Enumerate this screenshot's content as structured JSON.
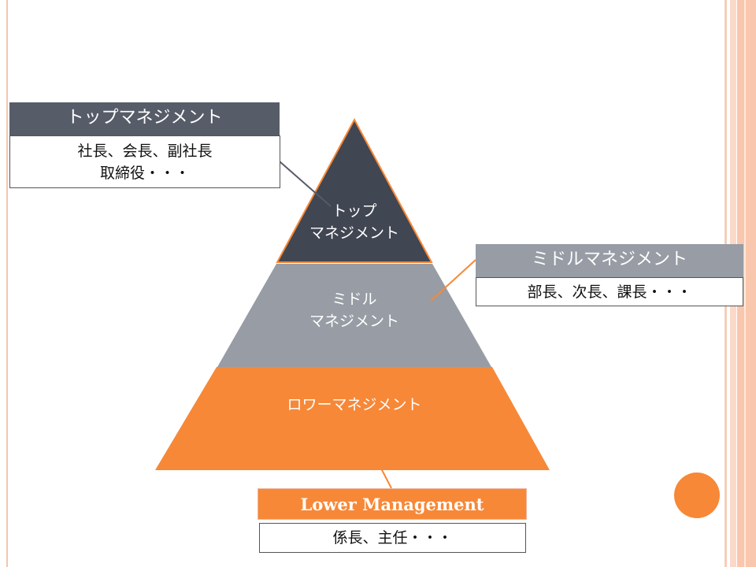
{
  "colors": {
    "top": "#404652",
    "middle": "#979ca5",
    "lower": "#f78837",
    "accent_border": "#f0b49a"
  },
  "pyramid": {
    "top_label": "トップ\nマネジメント",
    "middle_label": "ミドル\nマネジメント",
    "lower_label": "ロワーマネジメント"
  },
  "callouts": {
    "top": {
      "title": "トップマネジメント",
      "body": "社長、会長、副社長\n取締役・・・"
    },
    "middle": {
      "title": "ミドルマネジメント",
      "body": "部長、次長、課長・・・"
    },
    "lower": {
      "title": "Lower Management",
      "body": "係長、主任・・・"
    }
  }
}
